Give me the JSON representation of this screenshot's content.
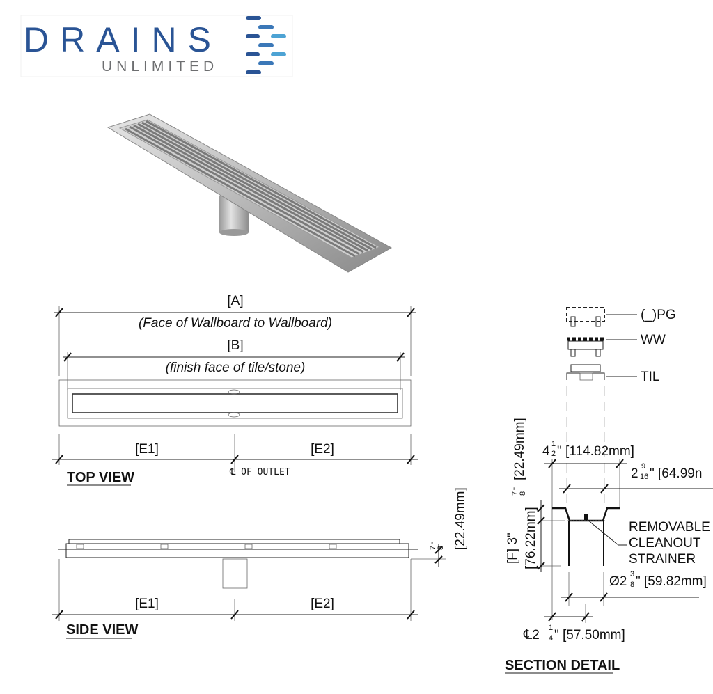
{
  "logo": {
    "brand": "DRAINS",
    "subtitle": "UNLIMITED",
    "primary_color": "#2a5495",
    "secondary_color": "#4da3d4",
    "subtitle_color": "#6d6e70"
  },
  "overall": {
    "a_label": "[A]",
    "a_note": "(Face of Wallboard to Wallboard)",
    "b_label": "[B]",
    "b_note": "(finish face of tile/stone)"
  },
  "top_view": {
    "title": "TOP VIEW",
    "e1": "[E1]",
    "e2": "[E2]",
    "outlet_note": "℄ OF OUTLET"
  },
  "side_view": {
    "title": "SIDE VIEW",
    "e1": "[E1]",
    "e2": "[E2]",
    "height": {
      "num": "7",
      "den": "8",
      "inch": "\"",
      "mm": "[22.49mm]"
    }
  },
  "section_detail": {
    "title": "SECTION DETAIL",
    "grate_labels": [
      "(_)PG",
      "WW",
      "TIL"
    ],
    "width_outer": {
      "whole": "4",
      "num": "1",
      "den": "2",
      "rest": "\" [114.82mm]"
    },
    "width_inner": {
      "whole": "2",
      "num": "9",
      "den": "16",
      "rest": "\" [64.99n"
    },
    "height_top": {
      "num": "7",
      "den": "8",
      "inch": "\"",
      "mm": "[22.49mm]"
    },
    "height_f": {
      "label": "[F] 3\"",
      "mm": "[76.22mm]"
    },
    "strainer_note": [
      "REMOVABLE",
      "CLEANOUT",
      "STRAINER"
    ],
    "outlet_diameter": {
      "prefix": "Ø2",
      "num": "3",
      "den": "8",
      "rest": "\" [59.82mm]"
    },
    "centerline": {
      "prefix": "℄2",
      "num": "1",
      "den": "4",
      "rest": "\" [57.50mm]"
    }
  }
}
